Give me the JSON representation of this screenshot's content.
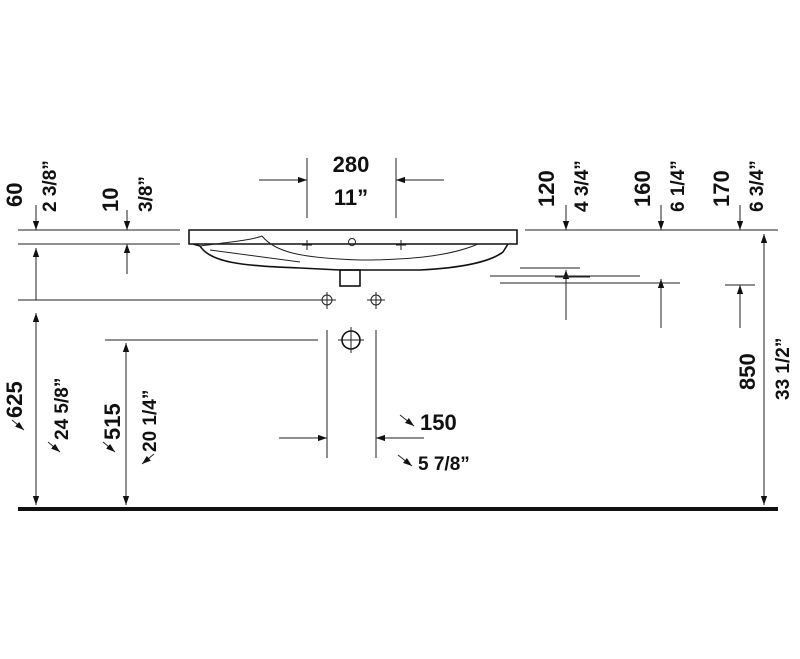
{
  "dimensions": {
    "rim_height_mm": "60",
    "rim_height_in": "2 3/8”",
    "rim_top_mm": "10",
    "rim_top_in": "3/8”",
    "tap_spacing_mm": "280",
    "tap_spacing_in": "11”",
    "d120_mm": "120",
    "d120_in": "4 3/4”",
    "d160_mm": "160",
    "d160_in": "6 1/4”",
    "d170_mm": "170",
    "d170_in": "6 3/4”",
    "supply_height_mm": "625",
    "supply_height_in": "24 5/8”",
    "drain_height_mm": "515",
    "drain_height_in": "20 1/4”",
    "supply_spacing_mm": "150",
    "supply_spacing_in": "5 7/8”",
    "install_height_mm": "850",
    "install_height_in": "33 1/2”"
  },
  "colors": {
    "line": "#222222",
    "background": "#ffffff"
  }
}
